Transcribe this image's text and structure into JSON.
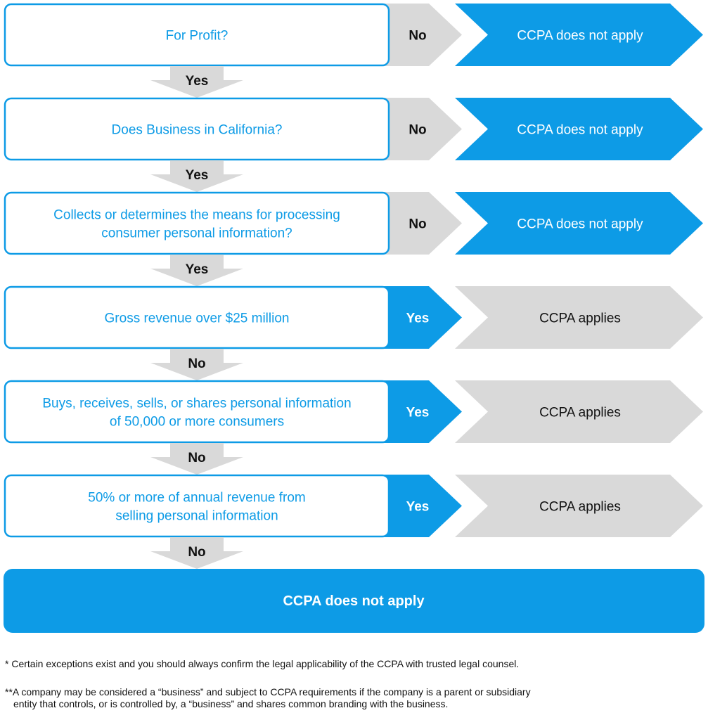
{
  "colors": {
    "blue": "#0d9be6",
    "gray": "#d9d9d9",
    "white": "#ffffff",
    "dark": "#111111"
  },
  "steps": [
    {
      "question": [
        "For Profit?"
      ],
      "answer": "No",
      "outcome": "CCPA does not apply",
      "outcome_style": "blue",
      "down": "Yes"
    },
    {
      "question": [
        "Does Business in California?"
      ],
      "answer": "No",
      "outcome": "CCPA does not apply",
      "outcome_style": "blue",
      "down": "Yes"
    },
    {
      "question": [
        "Collects or determines the means for processing",
        "consumer personal information?"
      ],
      "answer": "No",
      "outcome": "CCPA does not apply",
      "outcome_style": "blue",
      "down": "Yes"
    },
    {
      "question": [
        "Gross revenue over $25 million"
      ],
      "answer": "Yes",
      "outcome": "CCPA applies",
      "outcome_style": "gray",
      "down": "No"
    },
    {
      "question": [
        "Buys, receives, sells, or shares personal information",
        "of 50,000 or more consumers"
      ],
      "answer": "Yes",
      "outcome": "CCPA applies",
      "outcome_style": "gray",
      "down": "No"
    },
    {
      "question": [
        "50% or more of annual revenue from",
        "selling personal information"
      ],
      "answer": "Yes",
      "outcome": "CCPA applies",
      "outcome_style": "gray",
      "down": "No"
    }
  ],
  "final": "CCPA does not apply",
  "footnotes": {
    "note1": "*  Certain exceptions exist and you should always confirm the legal applicability of the CCPA with trusted legal counsel.",
    "note2_line1": "**A company may be considered a “business” and subject to  CCPA requirements if the company is a parent or subsidiary",
    "note2_line2": "entity that controls, or is controlled by, a “business” and shares common branding with the business."
  }
}
